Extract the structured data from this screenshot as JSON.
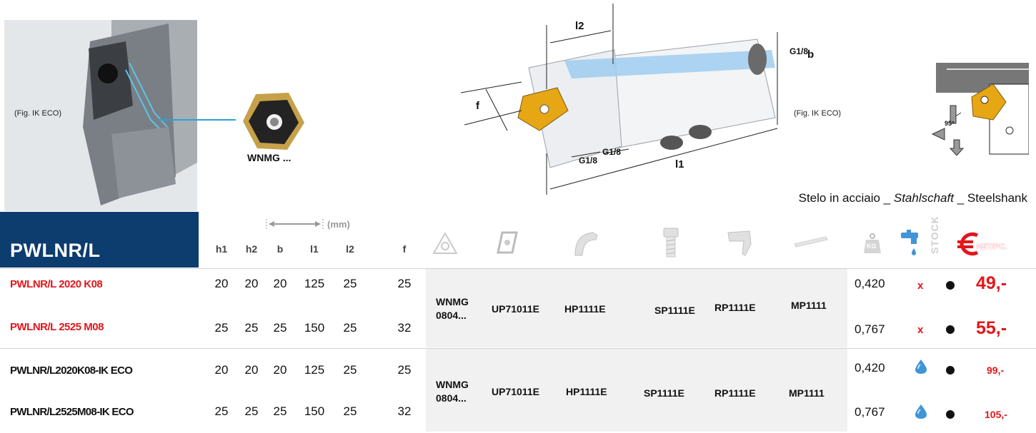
{
  "figure": {
    "photo_caption": "(Fig. IK ECO)",
    "drawing_caption": "(Fig. IK ECO)",
    "insert_label": "WNMG ...",
    "dim_labels": {
      "l2": "l2",
      "l1": "l1",
      "b": "b",
      "f": "f",
      "g_top": "G1/8",
      "g_mid": "G1/8",
      "g_low": "G1/8",
      "angle": "95°"
    }
  },
  "shank_caption": {
    "it": "Stelo in acciaio",
    "sep1": " _ ",
    "de": "Stahlschaft",
    "sep2": " _ ",
    "en": "Steelshank"
  },
  "product_title": "PWLNR/L",
  "units": "(mm)",
  "columns": [
    "h1",
    "h2",
    "b",
    "l1",
    "l2",
    "f"
  ],
  "price_header": "NET/PC.",
  "stock_header": "STOCK",
  "weight_icon_label": "KG",
  "groups": [
    {
      "rows": [
        {
          "code": "PWLNR/L 2020 K08",
          "h1": "20",
          "h2": "20",
          "b": "20",
          "l1": "125",
          "l2": "25",
          "f": "25",
          "weight": "0,420",
          "coolant": "x",
          "price": "49,-"
        },
        {
          "code": "PWLNR/L 2525 M08",
          "h1": "25",
          "h2": "25",
          "b": "25",
          "l1": "150",
          "l2": "25",
          "f": "32",
          "weight": "0,767",
          "coolant": "x",
          "price": "55,-"
        }
      ],
      "insert": "WNMG 0804...",
      "insert_line1": "WNMG",
      "insert_line2": "0804...",
      "parts": [
        "UP71011E",
        "HP1111E",
        "SP1111E",
        "RP1111E",
        "MP1111"
      ]
    },
    {
      "rows": [
        {
          "code": "PWLNR/L2020K08-IK ECO",
          "h1": "20",
          "h2": "20",
          "b": "20",
          "l1": "125",
          "l2": "25",
          "f": "25",
          "weight": "0,420",
          "coolant": "drop",
          "price": "99,-"
        },
        {
          "code": "PWLNR/L2525M08-IK ECO",
          "h1": "25",
          "h2": "25",
          "b": "25",
          "l1": "150",
          "l2": "25",
          "f": "32",
          "weight": "0,767",
          "coolant": "drop",
          "price": "105,-"
        }
      ],
      "insert": "WNMG 0804...",
      "insert_line1": "WNMG",
      "insert_line2": "0804...",
      "parts": [
        "UP71011E",
        "HP1111E",
        "SP1111E",
        "RP1111E",
        "MP1111"
      ]
    }
  ],
  "colors": {
    "brand_blue": "#0d3c6e",
    "price_red": "#e3161b",
    "row_gray": "#f1f1f1",
    "coolant_blue": "#3f95d8"
  }
}
